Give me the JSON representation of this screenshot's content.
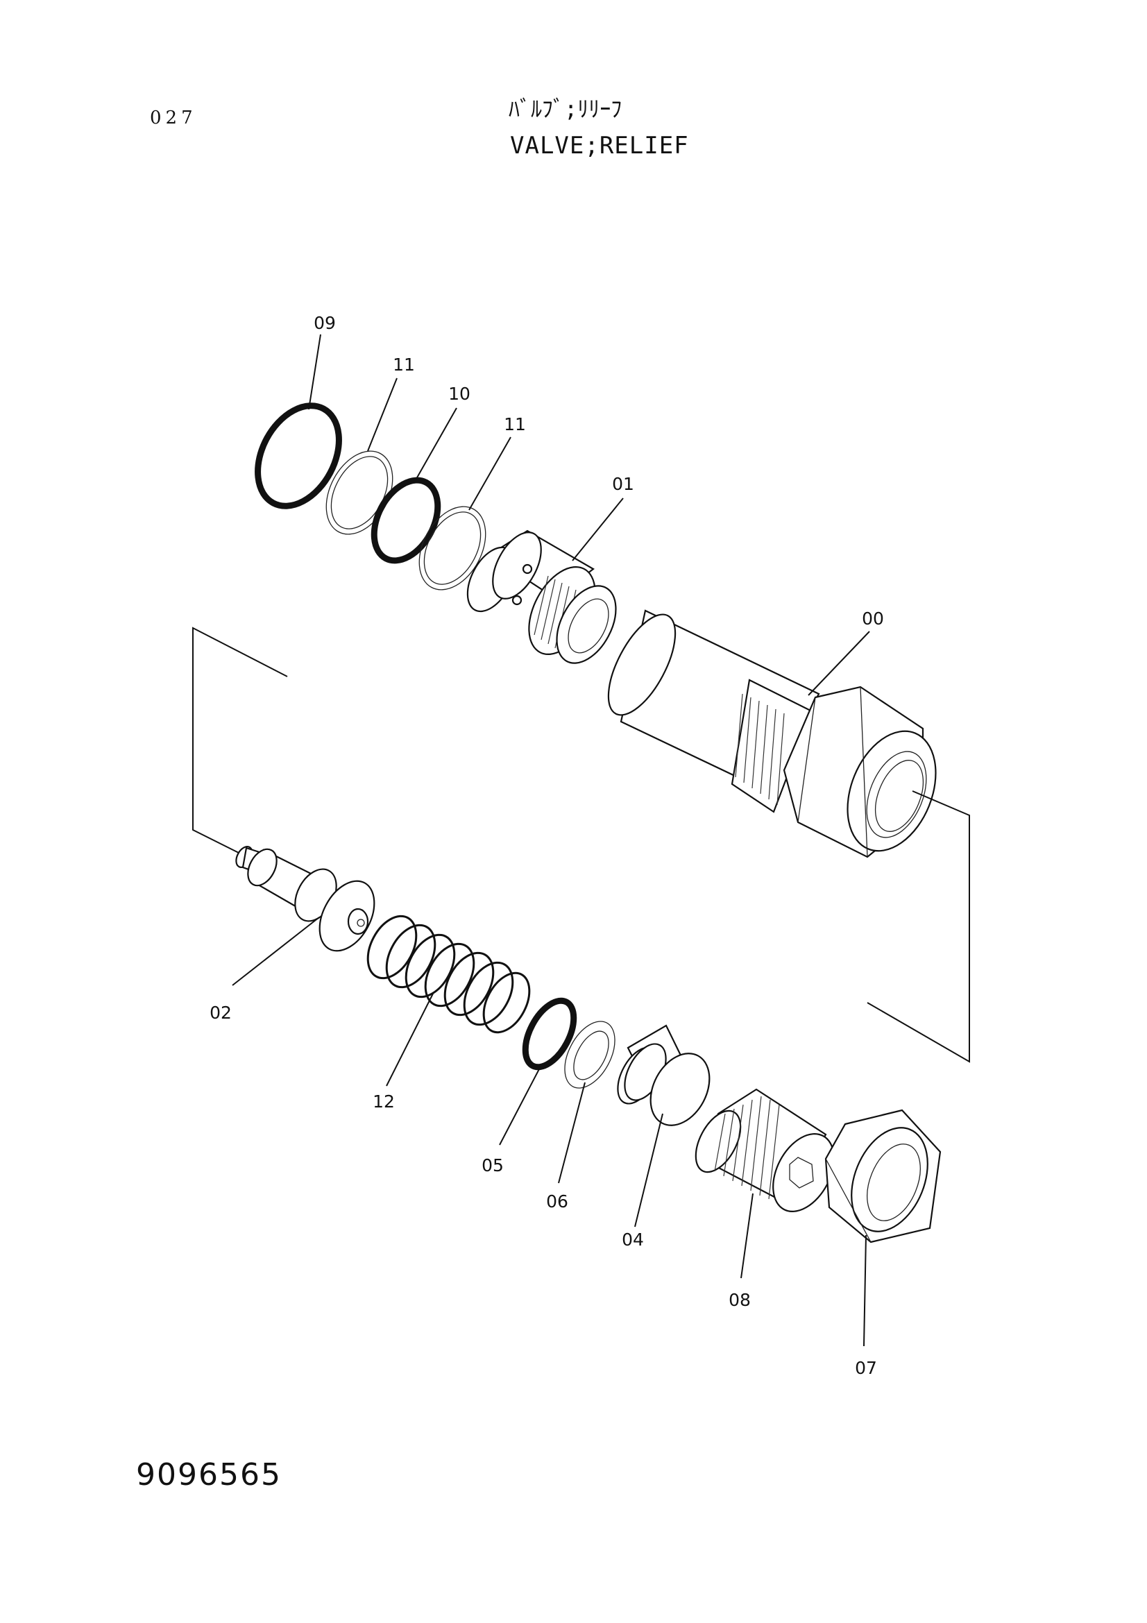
{
  "page_number": "027",
  "title_jp": "ﾊﾞﾙﾌﾞ;ﾘﾘｰﾌ",
  "title_en": "VALVE;RELIEF",
  "drawing_number": "9096565",
  "parts": [
    {
      "ref": "09"
    },
    {
      "ref": "11"
    },
    {
      "ref": "10"
    },
    {
      "ref": "11"
    },
    {
      "ref": "01"
    },
    {
      "ref": "00"
    },
    {
      "ref": "02"
    },
    {
      "ref": "12"
    },
    {
      "ref": "05"
    },
    {
      "ref": "06"
    },
    {
      "ref": "04"
    },
    {
      "ref": "08"
    },
    {
      "ref": "07"
    }
  ]
}
